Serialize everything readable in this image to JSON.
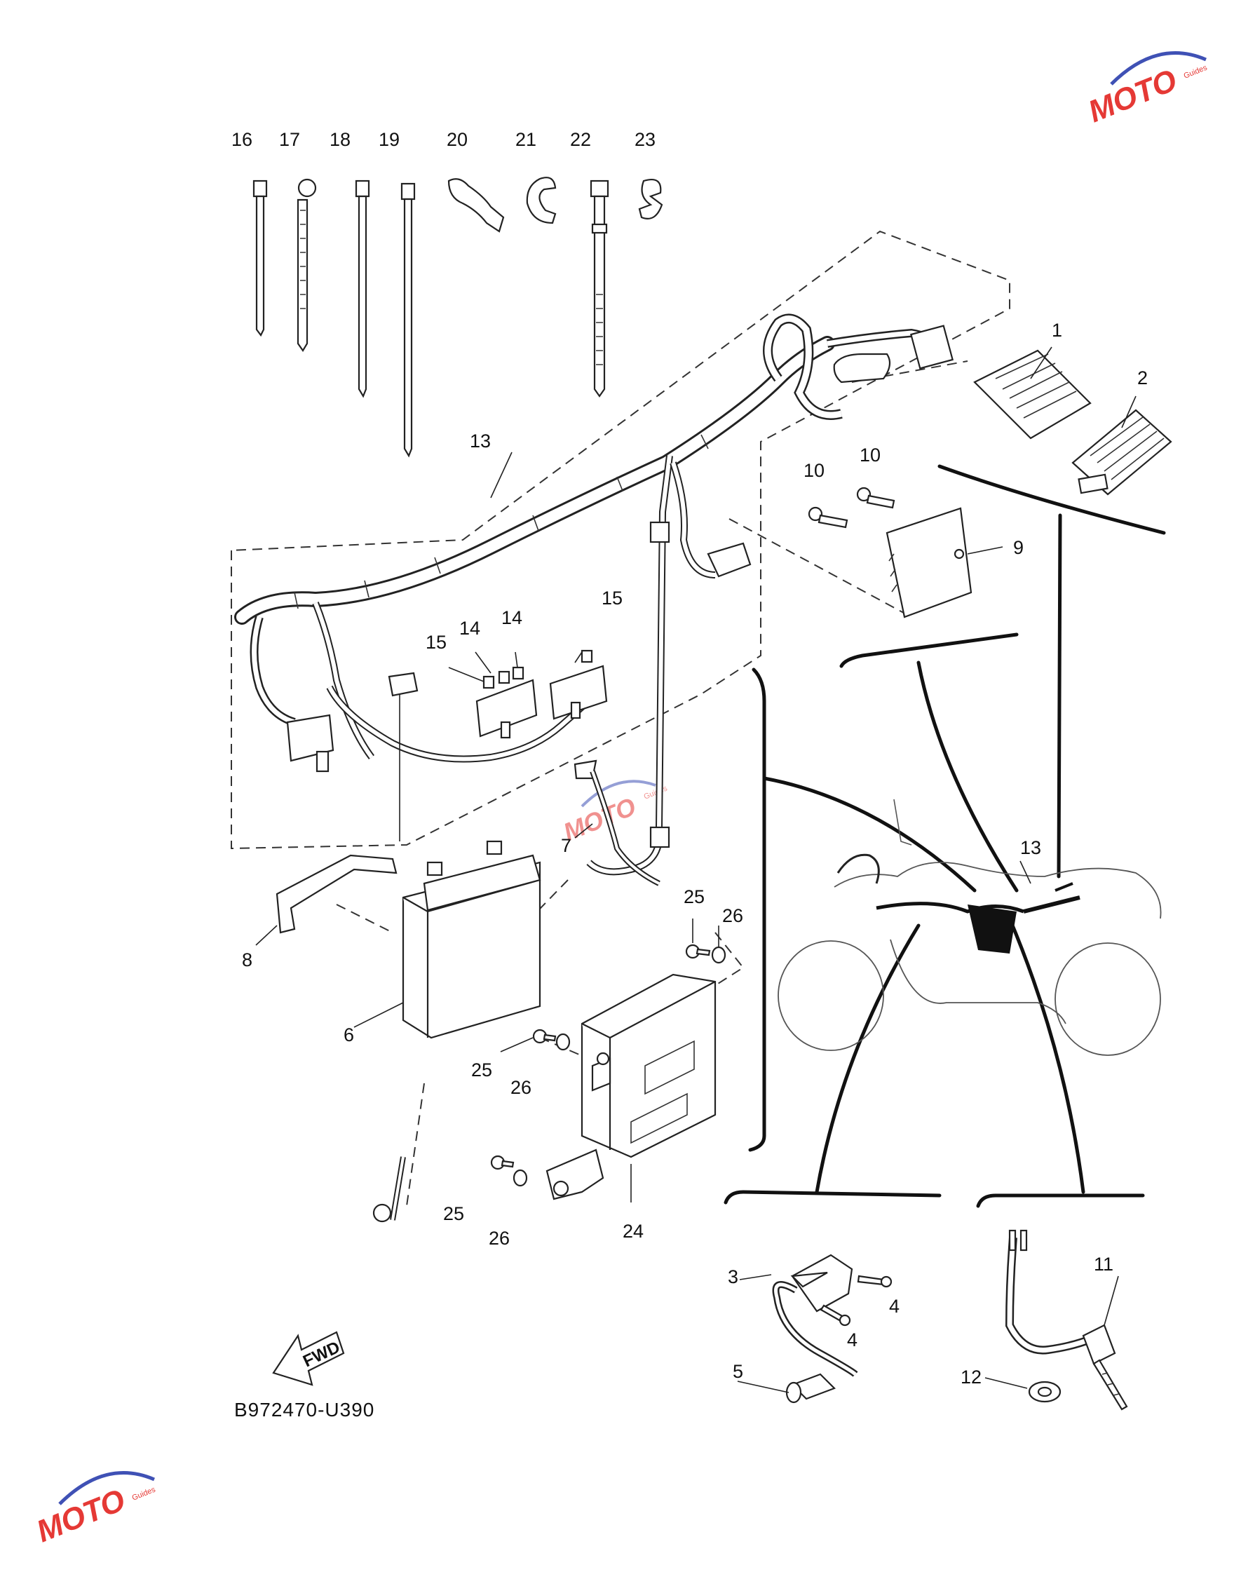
{
  "diagram_code": "B972470-U390",
  "fwd_label": "FWD",
  "watermark": {
    "text": "MOTO",
    "subtext": "Guides",
    "color_red": "#e53935",
    "color_blue": "#3f51b5",
    "color_grey": "#9e9e9e"
  },
  "callouts": {
    "n1": "1",
    "n2": "2",
    "n3": "3",
    "n4a": "4",
    "n4b": "4",
    "n5": "5",
    "n6": "6",
    "n7": "7",
    "n8": "8",
    "n9": "9",
    "n10a": "10",
    "n10b": "10",
    "n11": "11",
    "n12": "12",
    "n13a": "13",
    "n13b": "13",
    "n14a": "14",
    "n14b": "14",
    "n15a": "15",
    "n15b": "15",
    "n16": "16",
    "n17": "17",
    "n18": "18",
    "n19": "19",
    "n20": "20",
    "n21": "21",
    "n22": "22",
    "n23": "23",
    "n24": "24",
    "n25a": "25",
    "n25b": "25",
    "n25c": "25",
    "n26a": "26",
    "n26b": "26",
    "n26c": "26"
  }
}
